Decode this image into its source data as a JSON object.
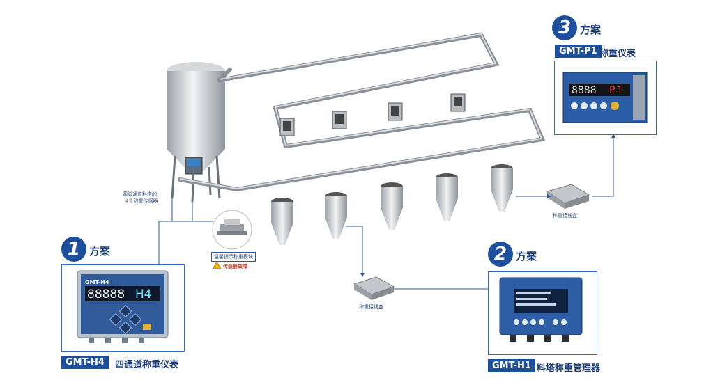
{
  "solution1": {
    "number": "1",
    "title": "方案",
    "model": "GMT-H4",
    "desc": "四通道称重仪表",
    "screen_model": "GMT-H4",
    "display_digits": "88888",
    "display_suffix": "H4"
  },
  "solution2": {
    "number": "2",
    "title": "方案",
    "model": "GMT-H1",
    "desc": "料塔称重管理器"
  },
  "solution3": {
    "number": "3",
    "title": "方案",
    "model": "GMT-P1",
    "desc": "称重仪表",
    "display_digits": "8888",
    "display_suffix": "P.1"
  },
  "labels": {
    "sensor_note_line1": "四脚通道料塔的",
    "sensor_note_line2": "4个称重传感器",
    "module_label": "温馨提示称重模块",
    "warning": "传感器故障",
    "junction_box_right": "称重接线盒",
    "junction_box_bottom": "称重接线盒"
  },
  "colors": {
    "brand_blue": "#1d4f9c",
    "frame_blue": "#2f6bbf",
    "warning_red": "#c0392b"
  }
}
